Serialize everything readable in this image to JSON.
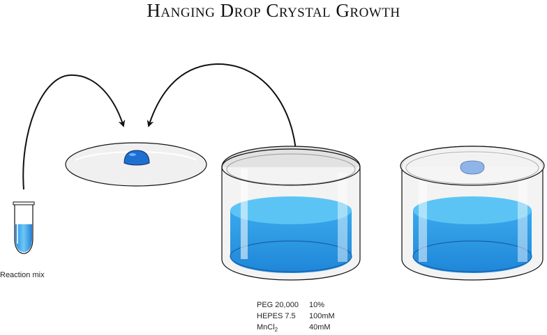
{
  "title": "Hanging Drop Crystal Growth",
  "tube_label": "Reaction mix",
  "reagents": [
    {
      "name": "PEG 20,000",
      "subscript": "",
      "amount": "10%"
    },
    {
      "name": "HEPES 7.5",
      "subscript": "",
      "amount": "100mM"
    },
    {
      "name": "MnCl",
      "subscript": "2",
      "amount": "40mM"
    }
  ],
  "colors": {
    "solution": "#2e9fe8",
    "solution_light": "#5cc4f5",
    "drop": "#1f6fd1",
    "drop_light": "#8fb4e8",
    "outline": "#111111",
    "glass": "#e8e8e8"
  }
}
